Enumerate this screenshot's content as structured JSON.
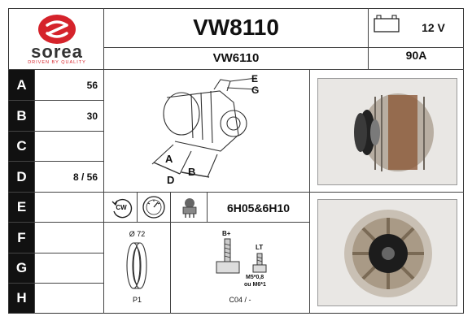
{
  "brand": {
    "name": "sorea",
    "tagline": "DRIVEN BY QUALITY",
    "color": "#d5232b"
  },
  "header": {
    "part_number": "VW8110",
    "alt_reference": "VW6110",
    "voltage": "12 V",
    "amperage": "90A"
  },
  "spec_rows": [
    {
      "letter": "A",
      "value": "56"
    },
    {
      "letter": "B",
      "value": "30"
    },
    {
      "letter": "C",
      "value": ""
    },
    {
      "letter": "D",
      "value": "8 / 56"
    },
    {
      "letter": "E",
      "value": ""
    },
    {
      "letter": "F",
      "value": ""
    },
    {
      "letter": "G",
      "value": ""
    },
    {
      "letter": "H",
      "value": ""
    }
  ],
  "diagram_labels": {
    "e": "E",
    "g": "G",
    "a": "A",
    "b": "B",
    "d": "D"
  },
  "rotation": {
    "label": "CW"
  },
  "regulator": "6H05&6H10",
  "pulley": {
    "diameter": "Ø 72",
    "code": "P1"
  },
  "terminals": {
    "b_plus": "B+",
    "lt": "LT",
    "thread_1": "M5*0,8",
    "thread_2": "ou M6*1",
    "code": "C04 / -"
  }
}
